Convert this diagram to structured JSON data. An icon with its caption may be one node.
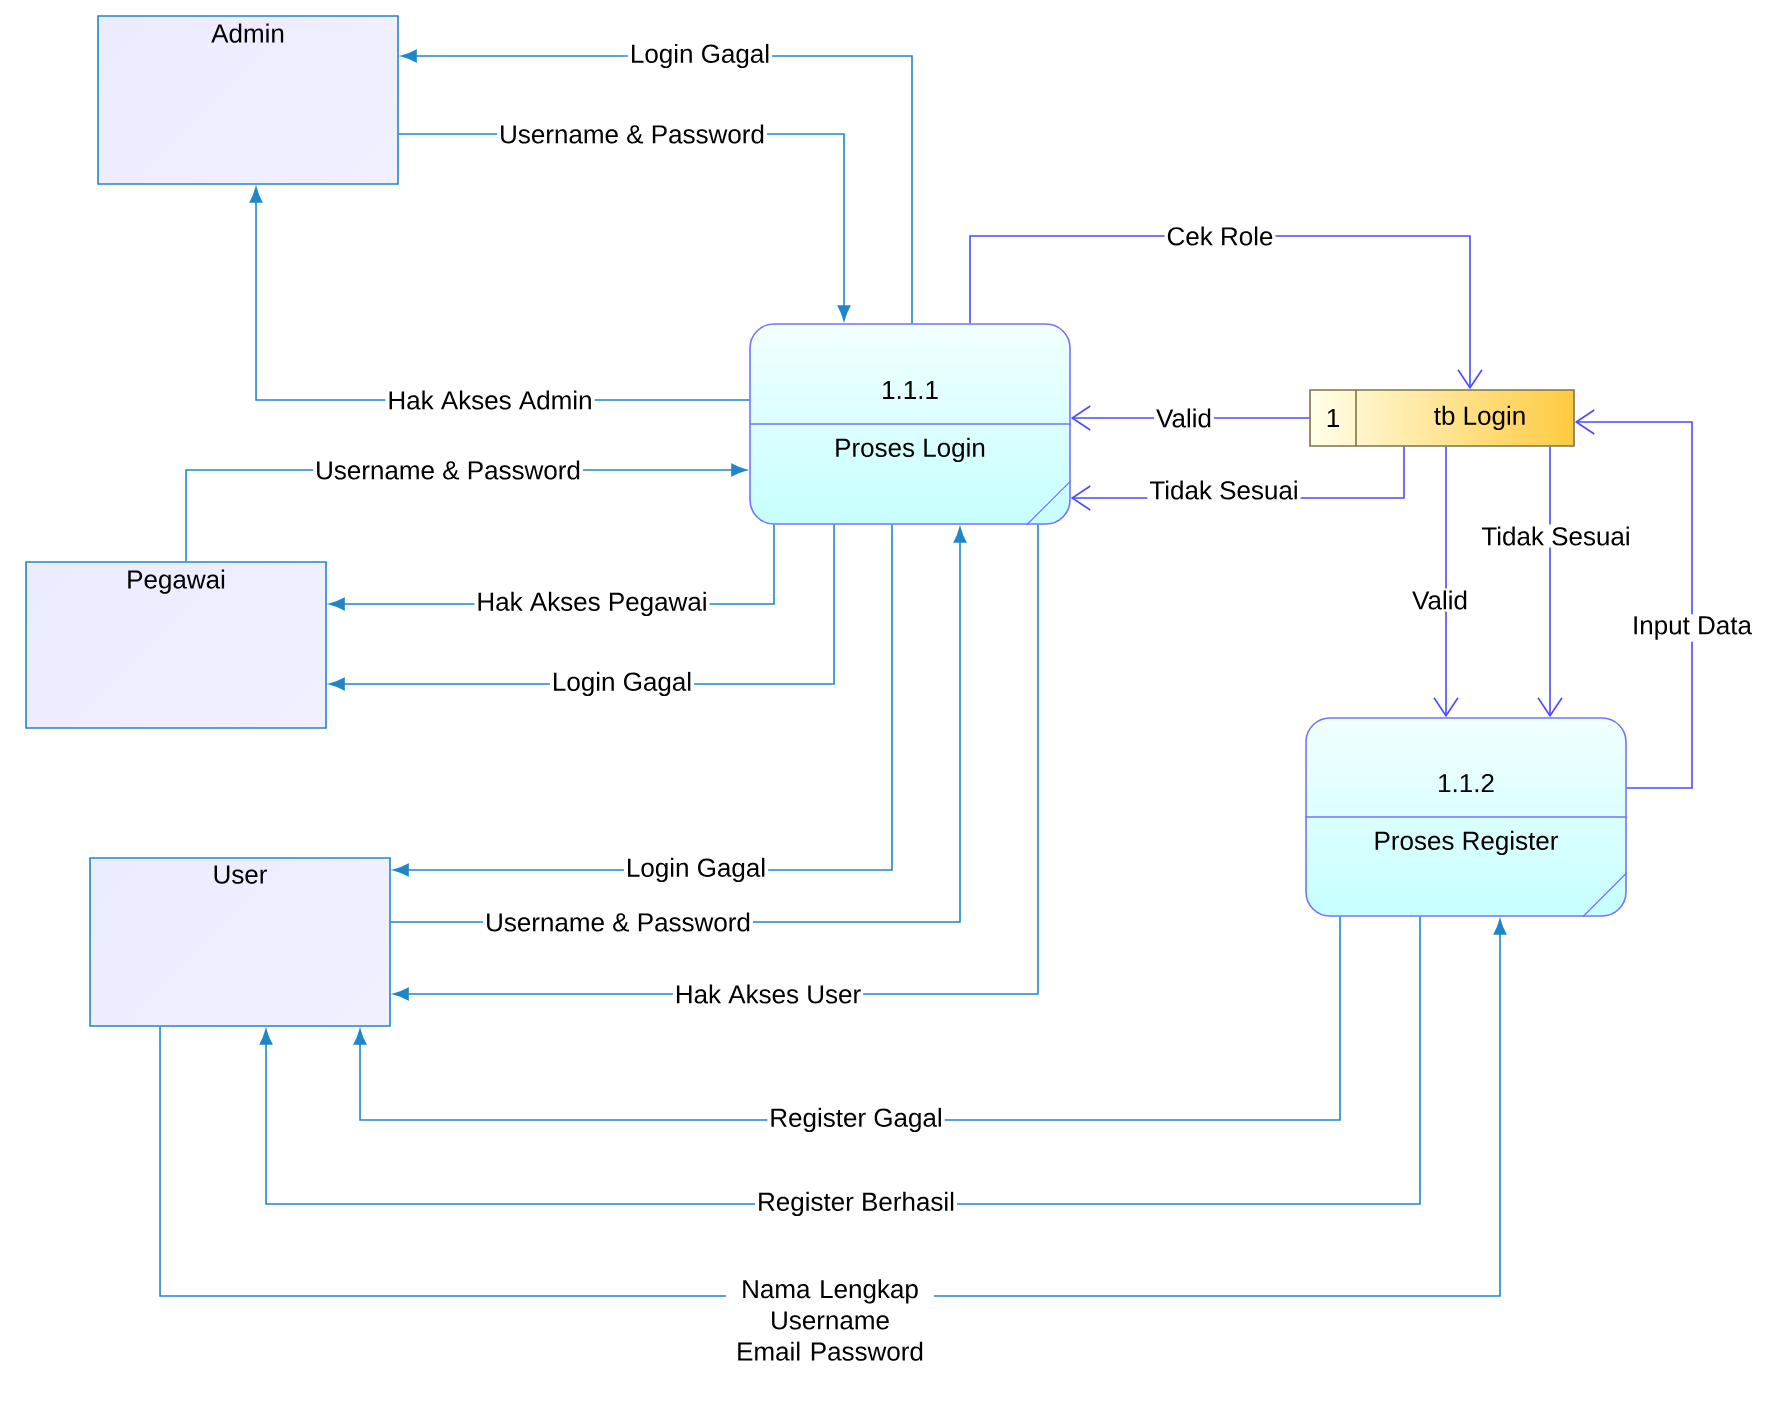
{
  "diagram": {
    "nodes": [
      {
        "text": [
          "Admin"
        ]
      },
      {
        "text": [
          "Pegawai"
        ]
      },
      {
        "text": [
          "User"
        ]
      },
      {
        "text": [
          "1.1.1",
          "Proses Login"
        ]
      },
      {
        "text": [
          "1",
          "tb Login"
        ]
      },
      {
        "text": [
          "1.1.2",
          "Proses Register"
        ]
      }
    ],
    "edges": [
      {
        "from": 3,
        "to": 0,
        "arrow": "to",
        "label": "Login Gagal"
      },
      {
        "from": 0,
        "to": 3,
        "arrow": "to",
        "label": "Username & Password"
      },
      {
        "from": 3,
        "to": 0,
        "arrow": "to",
        "label": "Hak Akses Admin"
      },
      {
        "from": 1,
        "to": 3,
        "arrow": "to",
        "label": "Username & Password"
      },
      {
        "from": 3,
        "to": 1,
        "arrow": "to",
        "label": "Hak Akses Pegawai"
      },
      {
        "from": 3,
        "to": 1,
        "arrow": "to",
        "label": "Login Gagal"
      },
      {
        "from": 3,
        "to": 2,
        "arrow": "to",
        "label": "Login Gagal"
      },
      {
        "from": 2,
        "to": 3,
        "arrow": "to",
        "label": "Username & Password"
      },
      {
        "from": 3,
        "to": 2,
        "arrow": "to",
        "label": "Hak Akses User"
      },
      {
        "from": 3,
        "to": 4,
        "arrow": "to",
        "label": "Cek Role",
        "color": "#4a4aff"
      },
      {
        "from": 4,
        "to": 3,
        "arrow": "to",
        "label": "Valid",
        "color": "#4a4aff"
      },
      {
        "from": 4,
        "to": 3,
        "arrow": "to",
        "label": "Tidak Sesuai",
        "color": "#4a4aff"
      },
      {
        "from": 4,
        "to": 5,
        "arrow": "to",
        "label": "Valid",
        "color": "#4a4aff"
      },
      {
        "from": 4,
        "to": 5,
        "arrow": "to",
        "label": "Tidak Sesuai",
        "color": "#4a4aff"
      },
      {
        "from": 5,
        "to": 4,
        "arrow": "to",
        "label": "Input Data",
        "color": "#4a4aff"
      },
      {
        "from": 5,
        "to": 2,
        "arrow": "to",
        "label": "Register Gagal"
      },
      {
        "from": 5,
        "to": 2,
        "arrow": "to",
        "label": "Register Berhasil"
      },
      {
        "from": 2,
        "to": 5,
        "arrow": "to",
        "label": "Nama Lengkap Username Email Password"
      }
    ]
  }
}
